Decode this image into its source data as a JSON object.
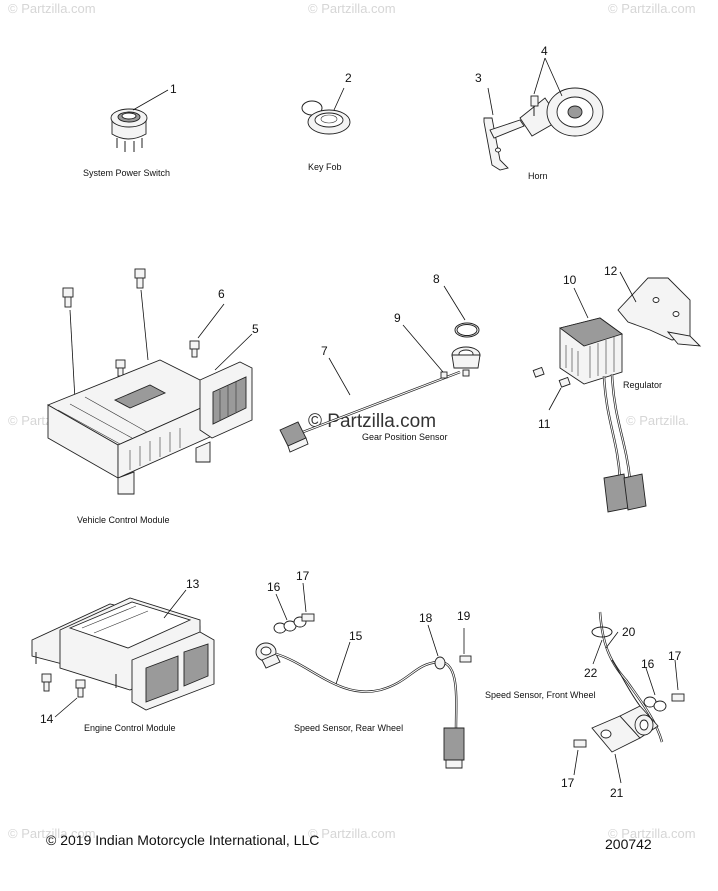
{
  "watermarks": {
    "top_left": "© Partzilla.com",
    "top_center": "© Partzilla.com",
    "top_right": "© Partzilla.com",
    "mid_left": "© Partzilla.com",
    "mid_right": "© Partzilla.",
    "center": "© Partzilla.com",
    "bottom_left": "© Partzilla.com",
    "bottom_center": "© Partzilla.com",
    "bottom_right": "© Partzilla.com"
  },
  "callouts": {
    "c1": "1",
    "c2": "2",
    "c3": "3",
    "c4": "4",
    "c5": "5",
    "c6": "6",
    "c7": "7",
    "c8": "8",
    "c9": "9",
    "c10": "10",
    "c11": "11",
    "c12": "12",
    "c13": "13",
    "c14": "14",
    "c15": "15",
    "c16a": "16",
    "c16b": "16",
    "c17a": "17",
    "c17b": "17",
    "c17c": "17",
    "c18": "18",
    "c19": "19",
    "c20": "20",
    "c21": "21",
    "c22": "22"
  },
  "captions": {
    "system_power_switch": "System Power Switch",
    "key_fob": "Key Fob",
    "horn": "Horn",
    "regulator": "Regulator",
    "gear_position_sensor": "Gear Position Sensor",
    "vehicle_control_module": "Vehicle Control Module",
    "engine_control_module": "Engine Control Module",
    "speed_sensor_rear": "Speed Sensor, Rear Wheel",
    "speed_sensor_front": "Speed Sensor, Front Wheel"
  },
  "footer": {
    "copyright": "© 2019 Indian Motorcycle International, LLC",
    "figure_number": "200742"
  }
}
